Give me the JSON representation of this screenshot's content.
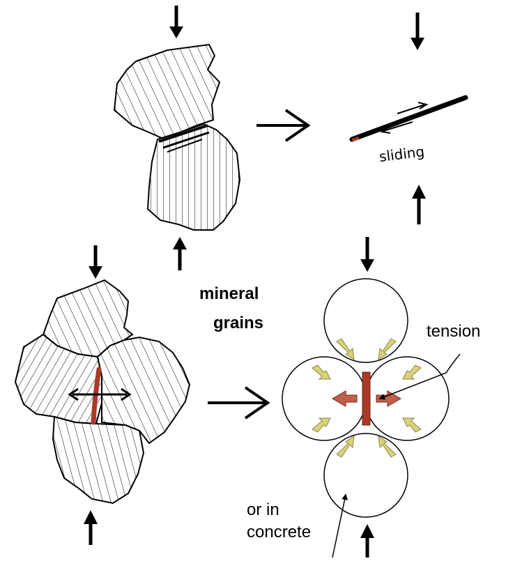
{
  "labels": {
    "sliding": "sliding",
    "mineral": "mineral",
    "grains": "grains",
    "tension": "tension",
    "or_in": "or in",
    "concrete": "concrete"
  },
  "colors": {
    "ink": "#000000",
    "tension_red": "#a83a2a",
    "tension_red_light": "#c0604a",
    "force_yellow": "#d9d27a",
    "background": "#ffffff"
  }
}
